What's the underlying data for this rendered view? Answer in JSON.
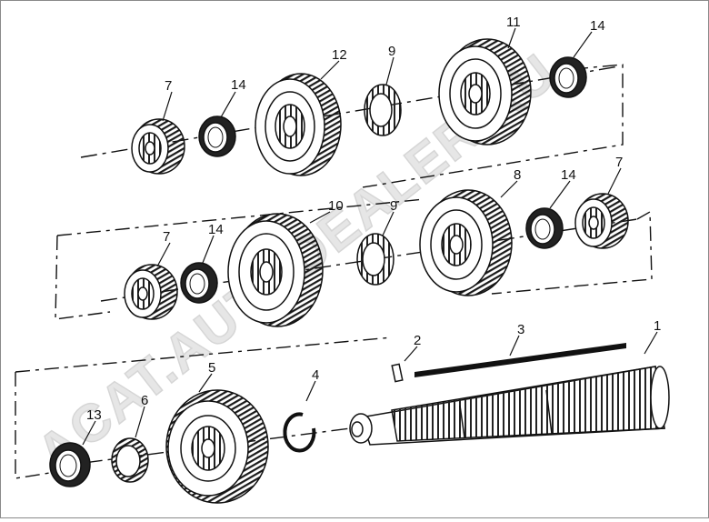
{
  "callouts": {
    "c7a": "7",
    "c14a": "14",
    "c12": "12",
    "c9a": "9",
    "c11": "11",
    "c14b": "14",
    "c10": "10",
    "c9b": "9",
    "c8": "8",
    "c14c": "14",
    "c7b": "7",
    "c7c": "7",
    "c14d": "14",
    "c2": "2",
    "c3": "3",
    "c1": "1",
    "c5": "5",
    "c4": "4",
    "c6": "6",
    "c13": "13"
  },
  "watermark": {
    "text": "ACAT.AUTODEALER.RU",
    "color": "#e6e6e6"
  },
  "colors": {
    "ink": "#111111",
    "face": "#ffffff",
    "tooth": "#1a1a1a",
    "watermark": "#e6e6e6"
  }
}
